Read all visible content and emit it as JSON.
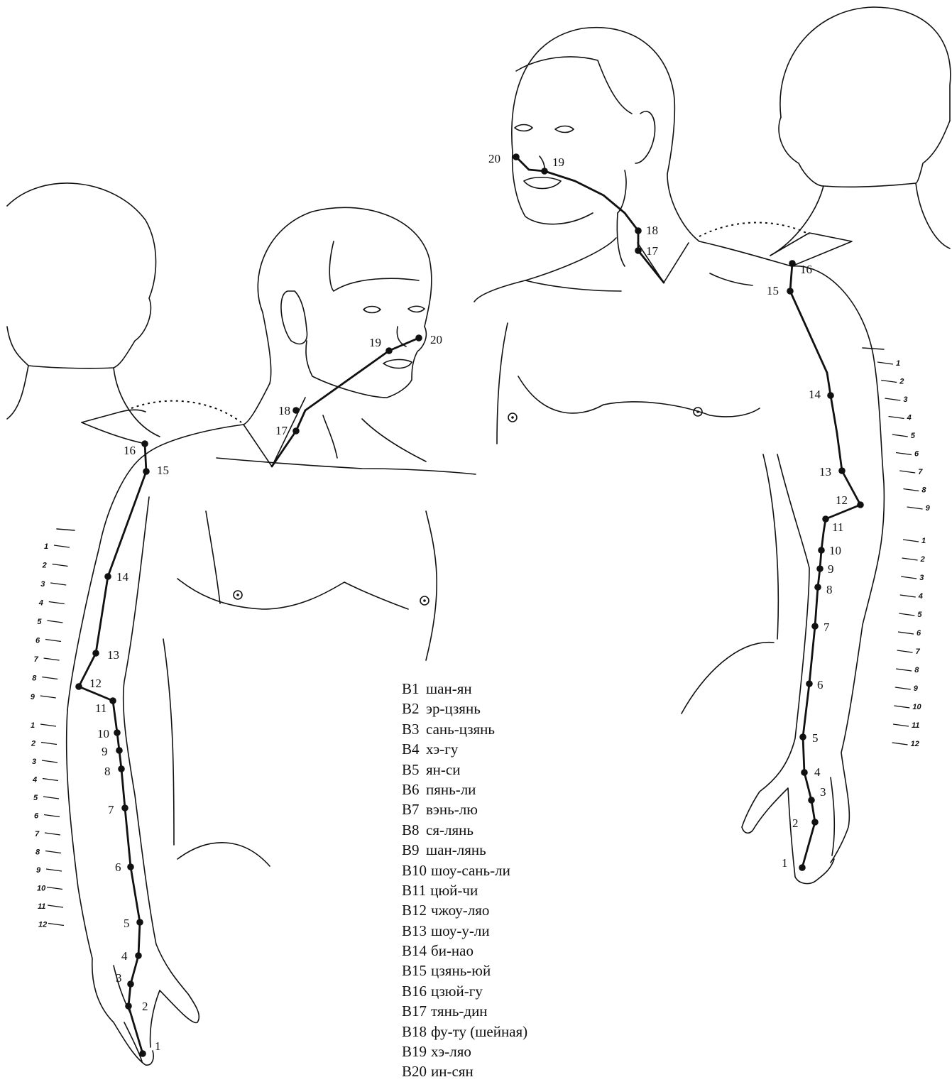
{
  "legend": [
    {
      "code": "B1",
      "name": "шан-ян"
    },
    {
      "code": "B2",
      "name": "эр-цзянь"
    },
    {
      "code": "B3",
      "name": "сань-цзянь"
    },
    {
      "code": "B4",
      "name": "хэ-гу"
    },
    {
      "code": "B5",
      "name": "ян-си"
    },
    {
      "code": "B6",
      "name": "пянь-ли"
    },
    {
      "code": "B7",
      "name": "вэнь-лю"
    },
    {
      "code": "B8",
      "name": "ся-лянь"
    },
    {
      "code": "B9",
      "name": "шан-лянь"
    },
    {
      "code": "B10",
      "name": "шоу-сань-ли"
    },
    {
      "code": "B11",
      "name": "цюй-чи"
    },
    {
      "code": "B12",
      "name": "чжоу-ляо"
    },
    {
      "code": "B13",
      "name": "шоу-у-ли"
    },
    {
      "code": "B14",
      "name": "би-нао"
    },
    {
      "code": "B15",
      "name": "цзянь-юй"
    },
    {
      "code": "B16",
      "name": "цзюй-гу"
    },
    {
      "code": "B17",
      "name": "тянь-дин"
    },
    {
      "code": "B18",
      "name": "фу-ту (шейная)"
    },
    {
      "code": "B19",
      "name": "хэ-ляо"
    },
    {
      "code": "B20",
      "name": "ин-сян"
    }
  ],
  "figure_left": {
    "point_labels": [
      "1",
      "2",
      "3",
      "4",
      "5",
      "6",
      "7",
      "8",
      "9",
      "10",
      "11",
      "12",
      "13",
      "14",
      "15",
      "16",
      "17",
      "18",
      "19",
      "20"
    ],
    "scale_upper_labels": [
      "1",
      "2",
      "3",
      "4",
      "5",
      "6",
      "7",
      "8",
      "9"
    ],
    "scale_lower_labels": [
      "1",
      "2",
      "3",
      "4",
      "5",
      "6",
      "7",
      "8",
      "9",
      "10",
      "11",
      "12"
    ]
  },
  "figure_right": {
    "point_labels": [
      "1",
      "2",
      "3",
      "4",
      "5",
      "6",
      "7",
      "8",
      "9",
      "10",
      "11",
      "12",
      "13",
      "14",
      "15",
      "16",
      "17",
      "18",
      "19",
      "20"
    ],
    "scale_upper_labels": [
      "1",
      "2",
      "3",
      "4",
      "5",
      "6",
      "7",
      "8",
      "9"
    ],
    "scale_lower_labels": [
      "1",
      "2",
      "3",
      "4",
      "5",
      "6",
      "7",
      "8",
      "9",
      "10",
      "11",
      "12"
    ]
  }
}
